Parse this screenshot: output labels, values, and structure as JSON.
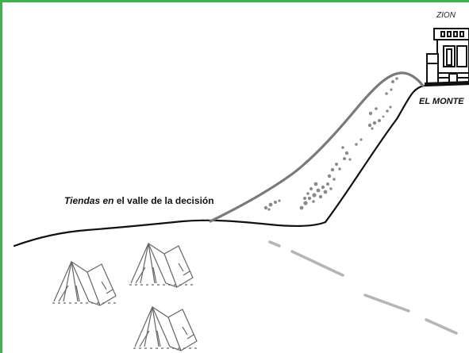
{
  "labels": {
    "zion": "ZION",
    "mount": "EL MONTE",
    "tents_italic_1": "Tiendas",
    "tents_italic_2": "en",
    "tents_rest": " el valle de la decisión"
  },
  "colors": {
    "frame": "#3bb34a",
    "ink": "#111111",
    "hill_outline": "#7a7a7a",
    "dots": "#8a8a8a",
    "path": "#b5b5b5",
    "tent": "#666666"
  },
  "icons": {
    "temple": "temple-icon",
    "tent": "tent-icon"
  }
}
